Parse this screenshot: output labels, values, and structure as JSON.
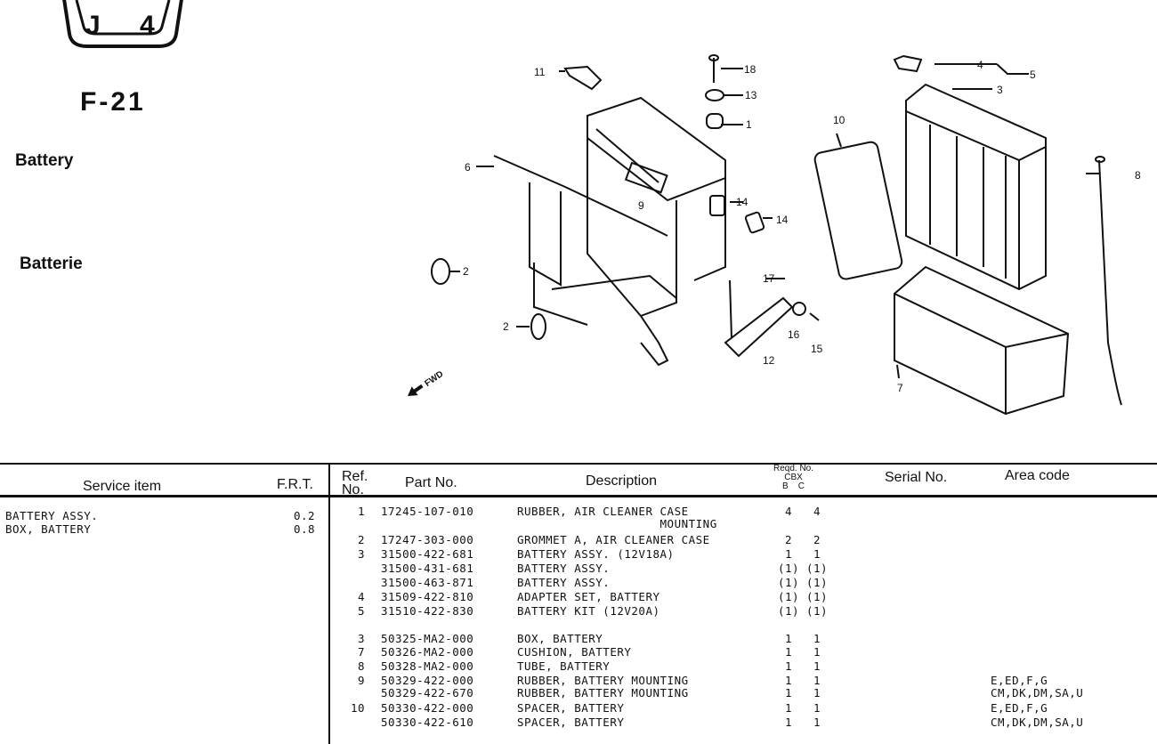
{
  "header": {
    "badge": "J 4",
    "figure_code": "F-21",
    "title_en": "Battery",
    "title_fr": "Batterie"
  },
  "diagram": {
    "fwd_label": "FWD",
    "callouts": [
      "1",
      "2",
      "2",
      "3",
      "4",
      "5",
      "6",
      "7",
      "8",
      "9",
      "10",
      "11",
      "12",
      "13",
      "14",
      "14",
      "15",
      "16",
      "17",
      "18"
    ]
  },
  "service_table": {
    "headers": {
      "service_item": "Service item",
      "frt": "F.R.T."
    },
    "rows": [
      {
        "item": "BATTERY ASSY.",
        "frt": "0.2"
      },
      {
        "item": "BOX, BATTERY",
        "frt": "0.8"
      }
    ]
  },
  "parts_table": {
    "headers": {
      "ref_no_1": "Ref.",
      "ref_no_2": "No.",
      "part_no": "Part No.",
      "description": "Description",
      "reqd_no": "Reqd. No.",
      "cbx": "CBX",
      "col_b": "B",
      "col_c": "C",
      "serial_no": "Serial No.",
      "area_code": "Area code"
    },
    "rows": [
      {
        "ref": "1",
        "part": "17245-107-010",
        "desc": "RUBBER, AIR CLEANER CASE",
        "b": "4",
        "c": "4",
        "area": ""
      },
      {
        "ref": "",
        "part": "",
        "desc": "                    MOUNTING",
        "b": "",
        "c": "",
        "area": ""
      },
      {
        "ref": "2",
        "part": "17247-303-000",
        "desc": "GROMMET A, AIR CLEANER CASE",
        "b": "2",
        "c": "2",
        "area": ""
      },
      {
        "ref": "3",
        "part": "31500-422-681",
        "desc": "BATTERY ASSY. (12V18A)",
        "b": "1",
        "c": "1",
        "area": ""
      },
      {
        "ref": "",
        "part": "31500-431-681",
        "desc": "BATTERY ASSY.",
        "b": "(1)",
        "c": "(1)",
        "area": ""
      },
      {
        "ref": "",
        "part": "31500-463-871",
        "desc": "BATTERY ASSY.",
        "b": "(1)",
        "c": "(1)",
        "area": ""
      },
      {
        "ref": "4",
        "part": "31509-422-810",
        "desc": "ADAPTER SET, BATTERY",
        "b": "(1)",
        "c": "(1)",
        "area": ""
      },
      {
        "ref": "5",
        "part": "31510-422-830",
        "desc": "BATTERY KIT (12V20A)",
        "b": "(1)",
        "c": "(1)",
        "area": ""
      },
      {
        "ref": "3",
        "part": "50325-MA2-000",
        "desc": "BOX, BATTERY",
        "b": "1",
        "c": "1",
        "area": ""
      },
      {
        "ref": "7",
        "part": "50326-MA2-000",
        "desc": "CUSHION, BATTERY",
        "b": "1",
        "c": "1",
        "area": ""
      },
      {
        "ref": "8",
        "part": "50328-MA2-000",
        "desc": "TUBE, BATTERY",
        "b": "1",
        "c": "1",
        "area": ""
      },
      {
        "ref": "9",
        "part": "50329-422-000",
        "desc": "RUBBER, BATTERY MOUNTING",
        "b": "1",
        "c": "1",
        "area": "E,ED,F,G"
      },
      {
        "ref": "",
        "part": "50329-422-670",
        "desc": "RUBBER, BATTERY MOUNTING",
        "b": "1",
        "c": "1",
        "area": "CM,DK,DM,SA,U"
      },
      {
        "ref": "10",
        "part": "50330-422-000",
        "desc": "SPACER, BATTERY",
        "b": "1",
        "c": "1",
        "area": "E,ED,F,G"
      },
      {
        "ref": "",
        "part": "50330-422-610",
        "desc": "SPACER, BATTERY",
        "b": "1",
        "c": "1",
        "area": "CM,DK,DM,SA,U"
      }
    ]
  }
}
